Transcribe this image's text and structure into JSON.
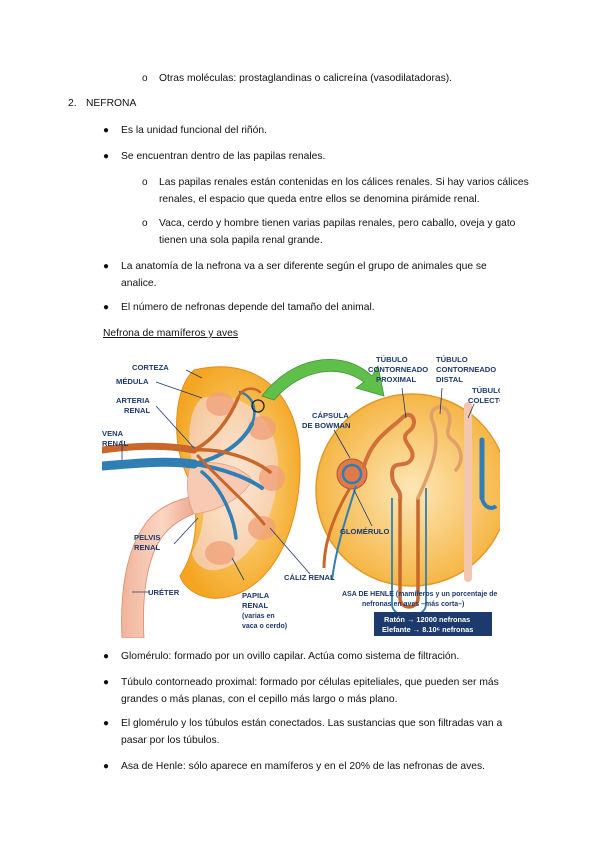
{
  "top_sub_item": "Otras moléculas: prostaglandinas o calicreína (vasodilatadoras).",
  "section": {
    "number": "2.",
    "title": "NEFRONA"
  },
  "bullets_top": [
    {
      "lines": [
        "Es la unidad funcional del riñón."
      ]
    },
    {
      "lines": [
        "Se encuentran dentro de las papilas renales."
      ]
    }
  ],
  "sub_items": [
    {
      "lines": [
        "Las papilas renales están contenidas en los cálices renales. Si hay varios cálices",
        "renales, el espacio que queda entre ellos se denomina pirámide renal."
      ]
    },
    {
      "lines": [
        "Vaca, cerdo y hombre tienen varias papilas renales, pero caballo, oveja y gato",
        "tienen una sola papila renal grande."
      ]
    }
  ],
  "bullets_mid": [
    {
      "lines": [
        "La anatomía de la nefrona va a ser diferente según el grupo de animales que se",
        "analice."
      ]
    },
    {
      "lines": [
        "El número de nefronas depende del tamaño del animal."
      ]
    }
  ],
  "figure_caption": "Nefrona de mamíferos y aves",
  "figure_labels": {
    "corteza": "CORTEZA",
    "medula": "MÉDULA",
    "arteria": [
      "ARTERIA",
      "RENAL"
    ],
    "vena": [
      "VENA",
      "RENAL"
    ],
    "pelvis": [
      "PELVIS",
      "RENAL"
    ],
    "ureter": "URÉTER",
    "papila": [
      "PAPILA",
      "RENAL",
      "(varias en",
      "vaca o cerdo)"
    ],
    "caliz": "CÁLIZ RENAL",
    "tubulo_proximal": [
      "TÚBULO",
      "CONTORNEADO",
      "PROXIMAL"
    ],
    "tubulo_distal": [
      "TÚBULO",
      "CONTORNEADO",
      "DISTAL"
    ],
    "tubulo_colector": [
      "TÚBULO",
      "COLECTOR"
    ],
    "capsula": [
      "CÁPSULA",
      "DE BOWMAN"
    ],
    "glomerulo": "GLOMÉRULO",
    "asa": [
      "ASA DE HENLE (mamíferos y un porcentaje de",
      "nefronas en aves –más corta–)"
    ],
    "raton": "Ratón → 12000 nefronas",
    "elefante": "Elefante → 8.10⁶ nefronas"
  },
  "bullets_bottom": [
    {
      "lines": [
        "Glomérulo: formado por un ovillo capilar. Actúa como sistema de filtración."
      ]
    },
    {
      "lines": [
        "Túbulo contorneado proximal: formado por células epiteliales, que pueden ser más",
        "grandes o más planas, con el cepillo más largo o más plano."
      ]
    },
    {
      "lines": [
        "El glomérulo y los túbulos están conectados. Las sustancias que son filtradas van a",
        "pasar por los túbulos."
      ]
    },
    {
      "lines": [
        "Asa de Henle: sólo aparece en mamíferos y en el 20% de las nefronas de aves."
      ]
    }
  ],
  "colors": {
    "cortex": "#f6b43a",
    "medulla": "#f7d8b8",
    "artery": "#c9662a",
    "vein": "#2f7fb5",
    "label": "#1d3a6d",
    "box": "#1d3a6d"
  }
}
